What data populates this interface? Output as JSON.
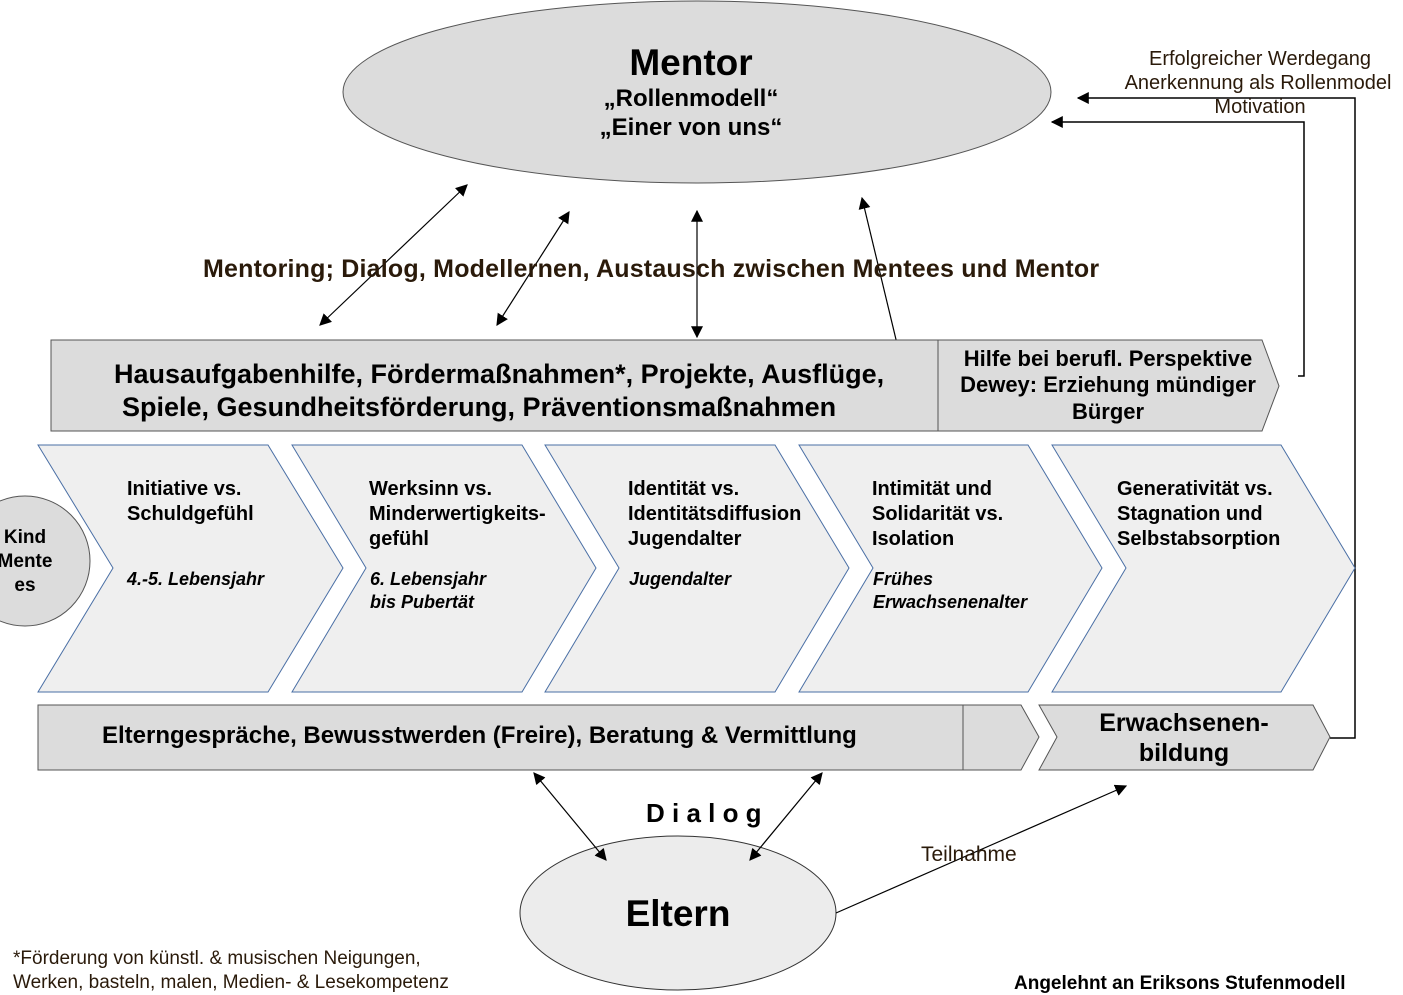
{
  "mentor": {
    "title": "Mentor",
    "line1": "„Rollenmodell“",
    "line2": "„Einer von uns“"
  },
  "feedback": {
    "line1": "Erfolgreicher Werdegang",
    "line2": "Anerkennung als Rollenmodel",
    "line3": "Motivation"
  },
  "mentoring_label": "Mentoring; Dialog, Modellernen, Austausch zwischen Mentees und Mentor",
  "activities": {
    "line1": "Hausaufgabenhilfe, Fördermaßnahmen*, Projekte, Ausflüge,",
    "line2": "Spiele, Gesundheitsförderung, Präventionsmaßnahmen"
  },
  "career": {
    "line1": "Hilfe bei berufl. Perspektive",
    "line2": "Dewey: Erziehung mündiger",
    "line3": "Bürger"
  },
  "child": {
    "line1": "Kind",
    "line2": "Mente",
    "line3": "es"
  },
  "stages": [
    {
      "l1": "Initiative vs.",
      "l2": "Schuldgefühl",
      "l3": "",
      "a1": "4.-5. Lebensjahr",
      "a2": ""
    },
    {
      "l1": "Werksinn vs.",
      "l2": "Minderwertigkeits-",
      "l3": "gefühl",
      "a1": "6. Lebensjahr",
      "a2": "bis Pubertät"
    },
    {
      "l1": "Identität vs.",
      "l2": "Identitätsdiffusion",
      "l3": "Jugendalter",
      "a1": "Jugendalter",
      "a2": ""
    },
    {
      "l1": "Intimität und",
      "l2": "Solidarität vs.",
      "l3": "Isolation",
      "a1": "Frühes",
      "a2": "Erwachsenenalter"
    },
    {
      "l1": "Generativität vs.",
      "l2": "Stagnation und",
      "l3": "Selbstabsorption",
      "a1": "",
      "a2": ""
    }
  ],
  "parents_bar": "Elterngespräche, Bewusstwerden (Freire), Beratung & Vermittlung",
  "adult_education": {
    "line1": "Erwachsenen-",
    "line2": "bildung"
  },
  "dialog_label": "D i a l o g",
  "parents": "Eltern",
  "participation": "Teilnahme",
  "footnote": {
    "line1": "*Förderung von künstl. & musischen Neigungen,",
    "line2": "Werken, basteln, malen, Medien- & Lesekompetenz"
  },
  "source": "Angelehnt an Eriksons Stufenmodell",
  "colors": {
    "shape_fill": "#dcdcdc",
    "chevron_fill": "#efefef",
    "chevron_stroke": "#4a6fa5",
    "text_dark_brown": "#2a1a0a"
  }
}
